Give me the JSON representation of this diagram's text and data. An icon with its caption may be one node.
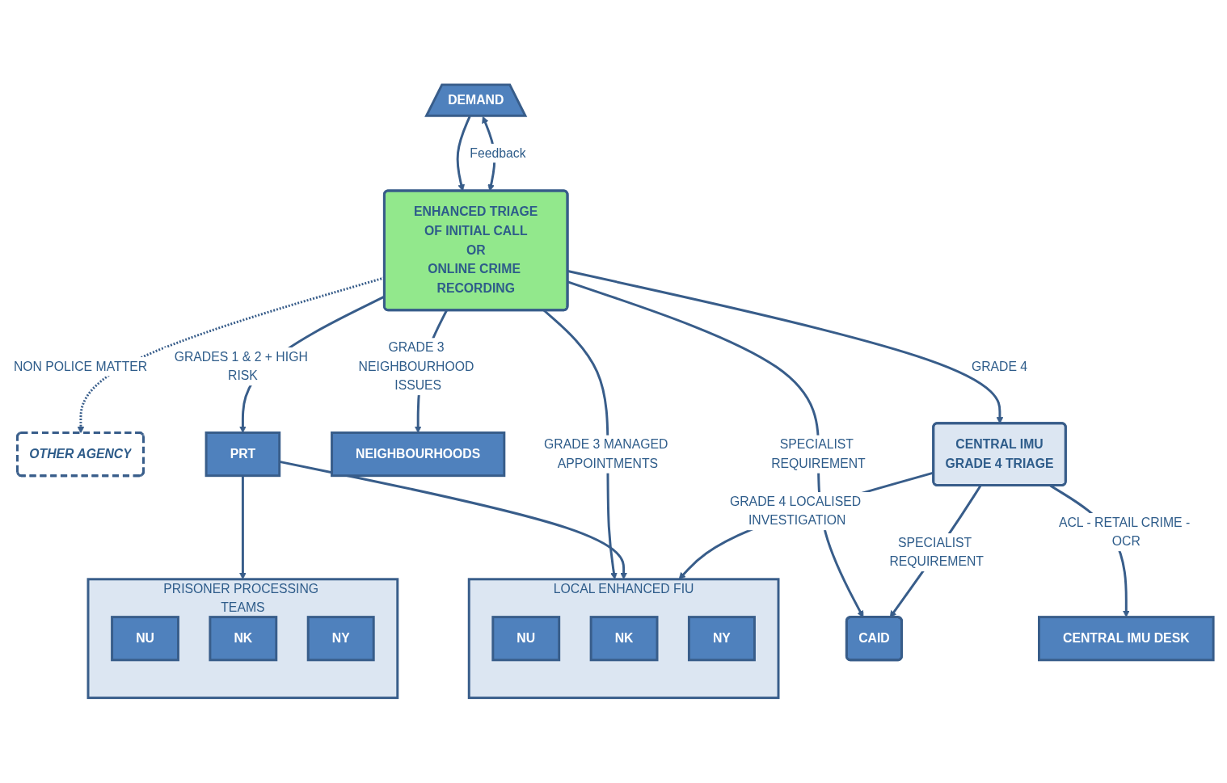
{
  "diagram": {
    "nodes": [
      {
        "text": [
          "DEMAND"
        ]
      },
      {
        "text": [
          "ENHANCED TRIAGE",
          "OF INITIAL CALL",
          "OR",
          "ONLINE CRIME RECORDING"
        ]
      },
      {
        "text": [
          "OTHER AGENCY"
        ]
      },
      {
        "text": [
          "PRISONER PROCESSING TEAMS"
        ]
      },
      {
        "text": [
          "NU"
        ],
        "in": 3
      },
      {
        "text": [
          "NK"
        ],
        "in": 3
      },
      {
        "text": [
          "NY"
        ],
        "in": 3
      },
      {
        "text": [
          "PRT"
        ]
      },
      {
        "text": [
          "NEIGHBOURHOODS"
        ]
      },
      {
        "text": [
          "CAID"
        ]
      },
      {
        "text": [
          "LOCAL ENHANCED FIU"
        ]
      },
      {
        "text": [
          "NU"
        ],
        "in": 10
      },
      {
        "text": [
          "NK"
        ],
        "in": 10
      },
      {
        "text": [
          "NY"
        ],
        "in": 10
      },
      {
        "text": [
          "CENTRAL IMU",
          "GRADE 4 TRIAGE"
        ]
      },
      {
        "text": [
          "CENTRAL IMU DESK"
        ]
      }
    ],
    "edges": [
      {
        "from": 0,
        "to": 1,
        "arrow": "to"
      },
      {
        "from": 0,
        "to": 1,
        "arrow": "both",
        "label": "Feedback"
      },
      {
        "from": 1,
        "to": 2,
        "arrow": "to",
        "label": "NON POLICE MATTER",
        "style": "dashed"
      },
      {
        "from": 1,
        "to": 7,
        "arrow": "to",
        "label": "GRADES 1 & 2 + HIGH RISK"
      },
      {
        "from": 1,
        "to": 8,
        "arrow": "to",
        "label": "GRADE 3 NEIGHBOURHOOD ISSUES"
      },
      {
        "from": 1,
        "to": 10,
        "arrow": "to",
        "label": "GRADE 3 MANAGED APPOINTMENTS"
      },
      {
        "from": 1,
        "to": 9,
        "arrow": "to",
        "label": "SPECIALIST REQUIREMENT"
      },
      {
        "from": 1,
        "to": 14,
        "arrow": "to",
        "label": "GRADE 4"
      },
      {
        "from": 7,
        "to": 3,
        "arrow": "to"
      },
      {
        "from": 7,
        "to": 10,
        "arrow": "to"
      },
      {
        "from": 14,
        "to": 9,
        "arrow": "to",
        "label": "SPECIALIST REQUIREMENT"
      },
      {
        "from": 14,
        "to": 10,
        "arrow": "to",
        "label": "GRADE 4 LOCALISED INVESTIGATION"
      },
      {
        "from": 14,
        "to": 15,
        "arrow": "to",
        "label": "ACL - RETAIL CRIME - OCR"
      }
    ]
  }
}
